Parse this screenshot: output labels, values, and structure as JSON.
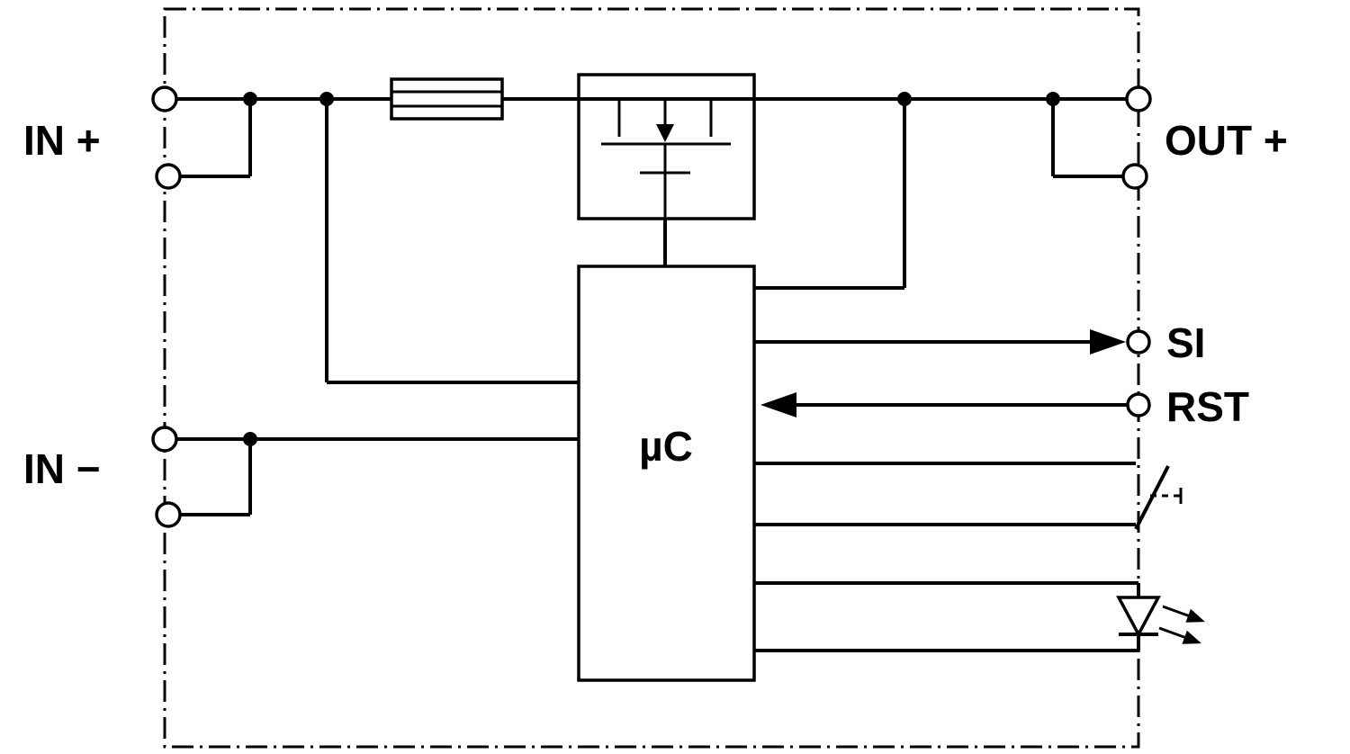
{
  "diagram": {
    "labels": {
      "in_plus": "IN +",
      "in_minus": "IN −",
      "out_plus": "OUT +",
      "si": "SI",
      "rst": "RST",
      "mcu": "µC"
    },
    "components": [
      "fuse-icon",
      "mosfet-icon",
      "microcontroller-block",
      "pushbutton-icon",
      "led-icon"
    ],
    "colors": {
      "line": "#000000",
      "background": "#ffffff"
    }
  }
}
